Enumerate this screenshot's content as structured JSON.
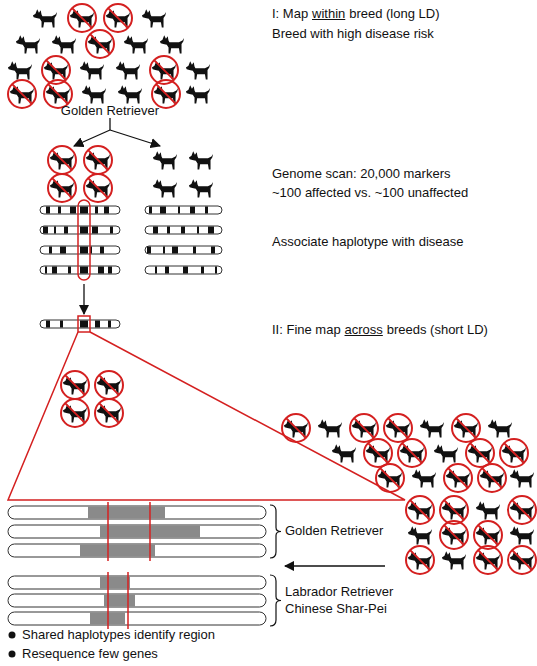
{
  "diagram": {
    "labels": [
      "I: Map",
      "within",
      "breed (long LD)",
      "Breed with high disease risk",
      "Golden Retriever",
      "Genome scan: 20,000 markers",
      "~100 affected vs. ~100 unaffected",
      "Associate haplotype with disease",
      "II: Fine map",
      "across",
      "breeds (short LD)",
      "Golden Retriever",
      "Labrador Retriever",
      "Chinese Shar-Pei",
      "Shared haplotypes identify region",
      "Resequence few genes"
    ]
  }
}
